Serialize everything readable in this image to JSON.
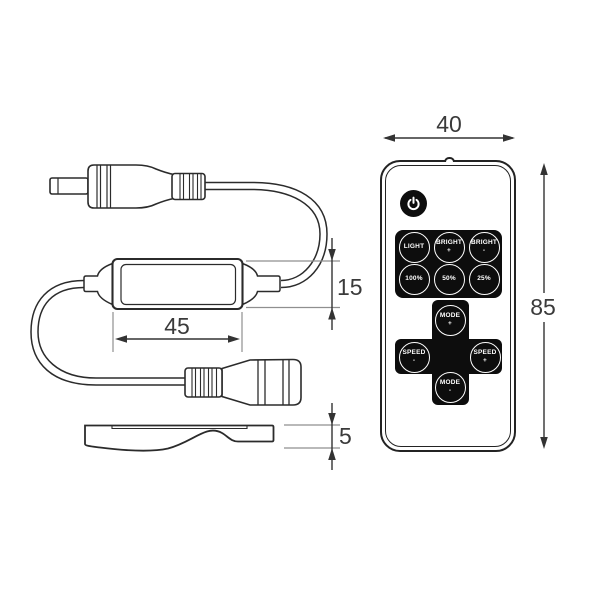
{
  "diagram": {
    "dimensions": {
      "remote_width": "40",
      "remote_height": "85",
      "controller_length": "45",
      "controller_height": "15",
      "profile_thickness": "5"
    },
    "remote": {
      "power_icon": "power-icon",
      "buttons_grid": [
        {
          "line1": "LIGHT",
          "line2": ""
        },
        {
          "line1": "BRIGHT",
          "line2": "+"
        },
        {
          "line1": "BRIGHT",
          "line2": "-"
        },
        {
          "line1": "100%",
          "line2": ""
        },
        {
          "line1": "50%",
          "line2": ""
        },
        {
          "line1": "25%",
          "line2": ""
        }
      ],
      "dpad": [
        {
          "line1": "MODE",
          "line2": "+"
        },
        {
          "line1": "SPEED",
          "line2": "-"
        },
        {
          "line1": "SPEED",
          "line2": "+"
        },
        {
          "line1": "MODE",
          "line2": "-"
        }
      ]
    },
    "colors": {
      "line": "#2b2b2b",
      "panel_black": "#0d0d0d",
      "dimension": "#333333",
      "extension_line": "#8f8f8f"
    }
  }
}
